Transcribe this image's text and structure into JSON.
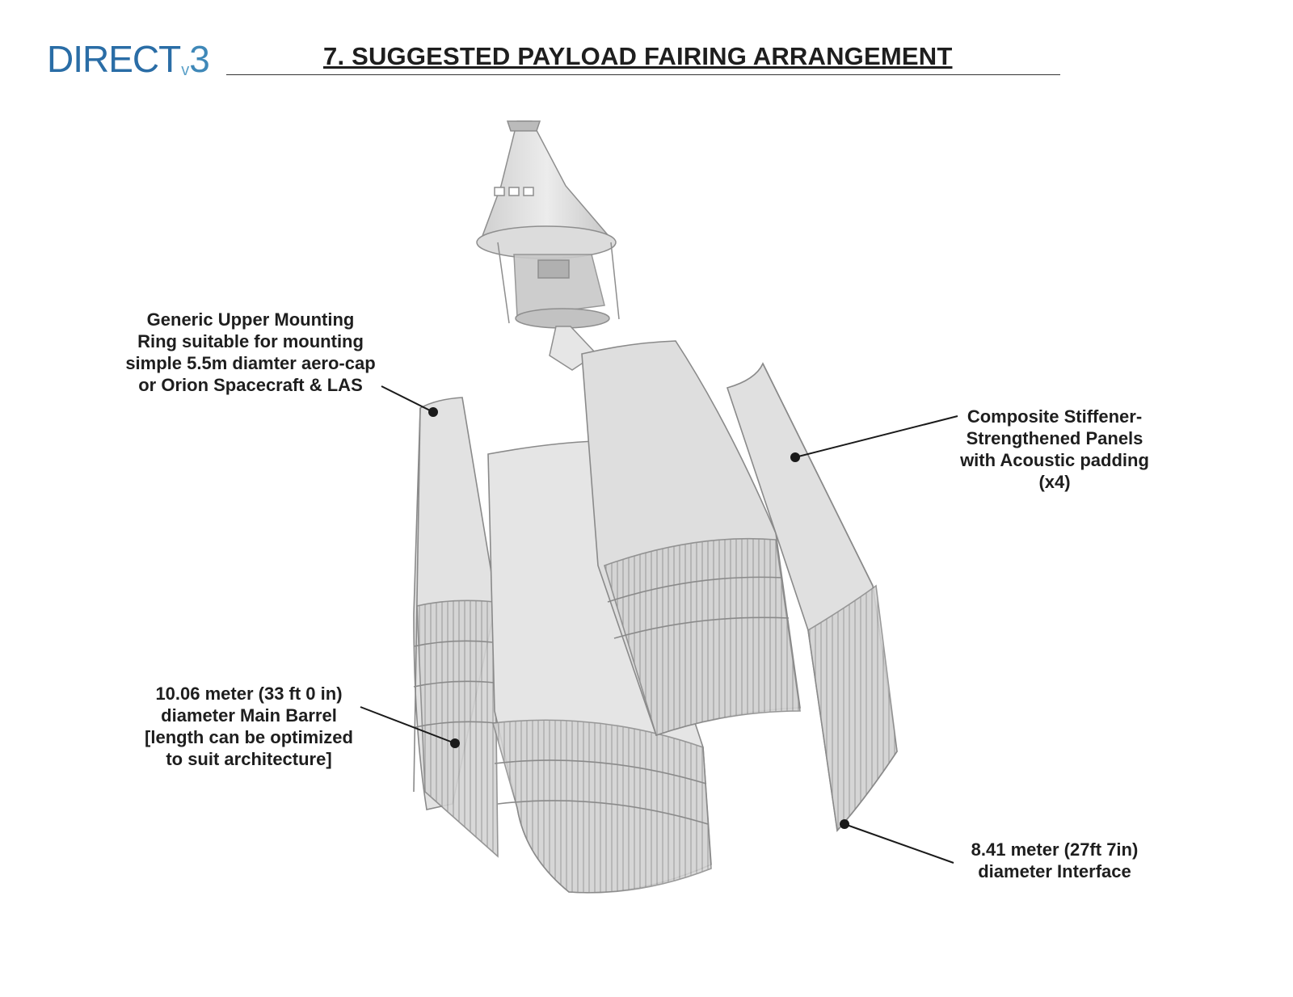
{
  "logo": {
    "main": "DIRECT",
    "version": "v",
    "number": "3"
  },
  "title": "7. SUGGESTED PAYLOAD FAIRING ARRANGEMENT",
  "callouts": {
    "upper_ring": [
      "Generic Upper Mounting",
      "Ring suitable for mounting",
      "simple 5.5m diamter aero-cap",
      "or Orion Spacecraft & LAS"
    ],
    "panels": [
      "Composite Stiffener-",
      "Strengthened Panels",
      "with Acoustic padding",
      "(x4)"
    ],
    "main_barrel": [
      "10.06 meter (33 ft 0 in)",
      "diameter Main Barrel",
      "[length can be optimized",
      "to suit architecture]"
    ],
    "interface": [
      "8.41 meter (27ft 7in)",
      "diameter Interface"
    ]
  }
}
